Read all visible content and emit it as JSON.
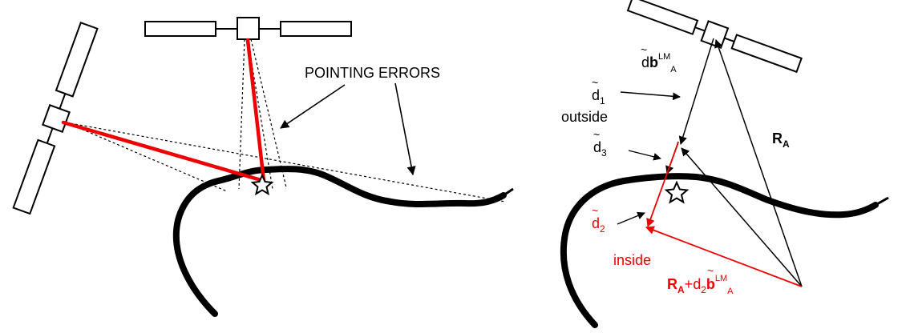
{
  "left_panel": {
    "annotation": "POINTING ERRORS"
  },
  "right_panel": {
    "vector_top": {
      "tilde": "~",
      "d": "d",
      "b": "b",
      "sup": "LM",
      "sub": "A"
    },
    "d1": {
      "tilde": "~",
      "d": "d",
      "sub": "1"
    },
    "outside": "outside",
    "d3": {
      "tilde": "~",
      "d": "d",
      "sub": "3"
    },
    "RA": {
      "R": "R",
      "sub": "A"
    },
    "d2": {
      "tilde": "~",
      "d": "d",
      "sub": "2"
    },
    "inside": "inside",
    "sum_vector": {
      "R": "R",
      "Rsub": "A",
      "plus": "+",
      "tilde": "~",
      "d": "d",
      "dsub": "2",
      "b": "b",
      "sup": "LM",
      "sub": "A"
    }
  },
  "colors": {
    "highlight": "#ee0000",
    "ink": "#000000"
  },
  "icons": [
    "satellite-icon",
    "star-icon"
  ]
}
